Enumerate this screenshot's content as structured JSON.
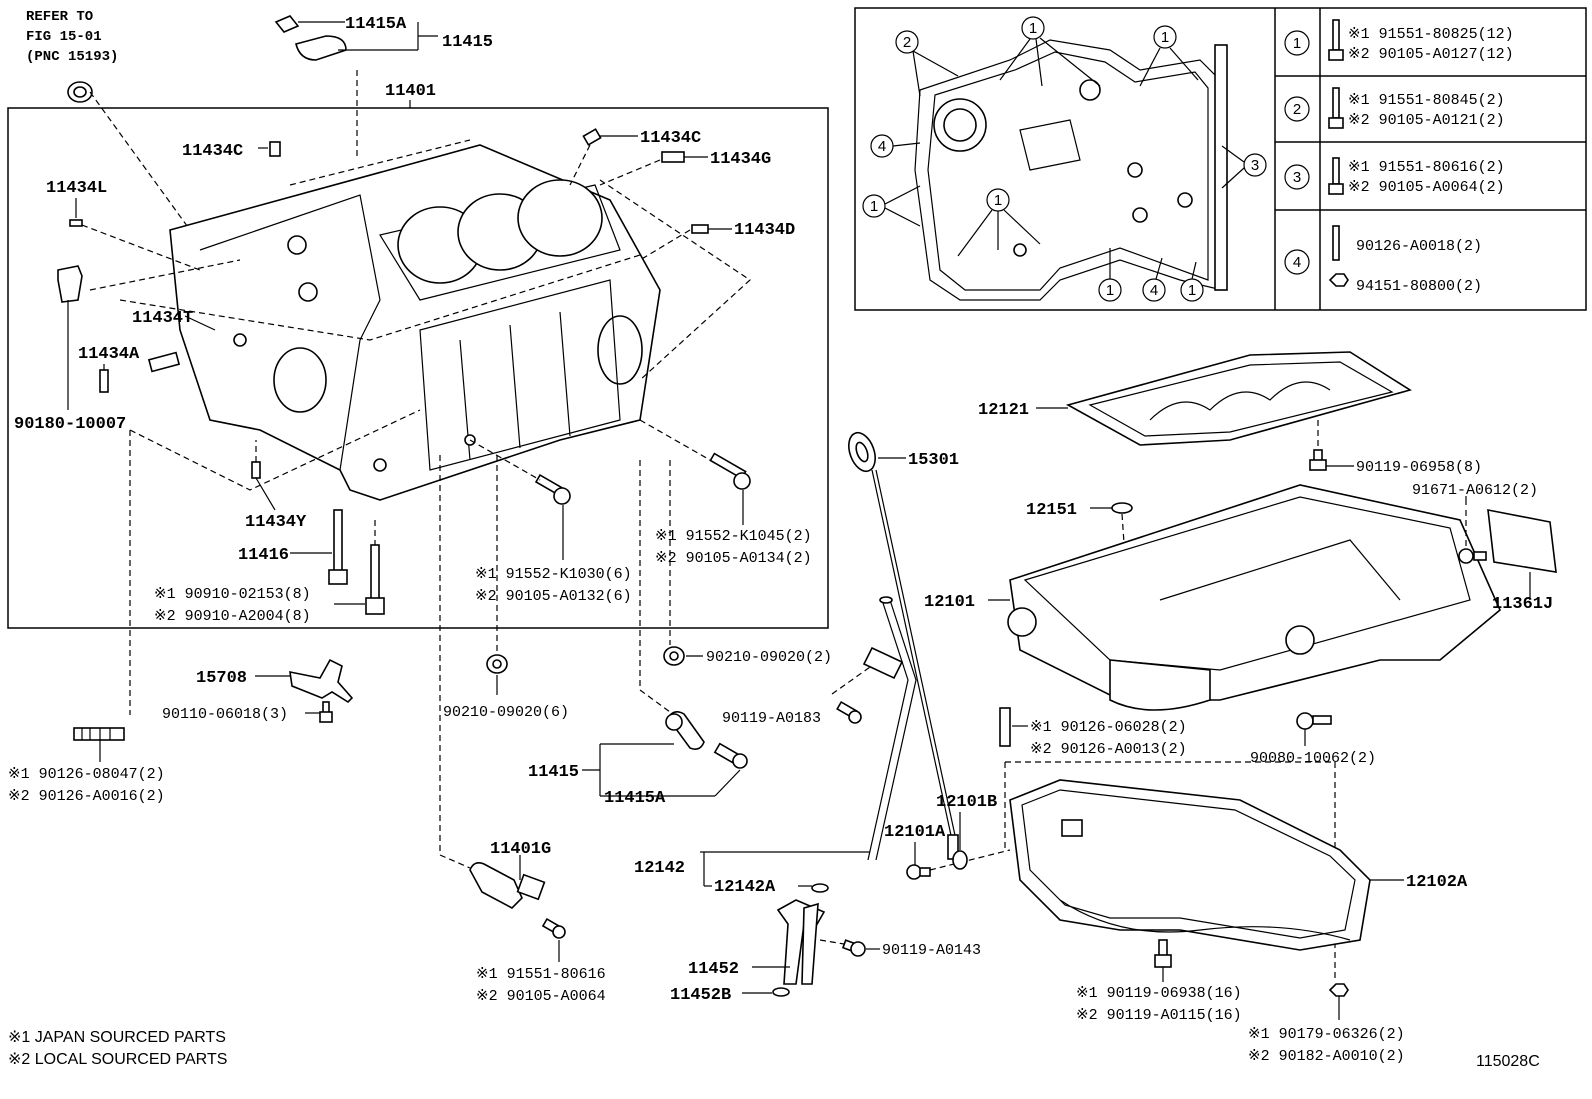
{
  "refer": [
    "REFER TO",
    "FIG 15-01",
    "(PNC 15193)"
  ],
  "figure_code": "115028C",
  "notes": [
    "※1 JAPAN SOURCED PARTS",
    "※2 LOCAL SOURCED PARTS"
  ],
  "labels": {
    "l11415A_top": "11415A",
    "l11415_top": "11415",
    "l11401": "11401",
    "l11434C_left": "11434C",
    "l11434C_right": "11434C",
    "l11434G": "11434G",
    "l11434L": "11434L",
    "l11434D": "11434D",
    "l11434T": "11434T",
    "l11434A": "11434A",
    "l90180": "90180-10007",
    "l11434Y": "11434Y",
    "l11416": "11416",
    "l90910_1": "※1 90910-02153(8)",
    "l90910_2": "※2 90910-A2004(8)",
    "l91552_1030_1": "※1 91552-K1030(6)",
    "l91552_1030_2": "※2 90105-A0132(6)",
    "l91552_1045_1": "※1 91552-K1045(2)",
    "l91552_1045_2": "※2 90105-A0134(2)",
    "l15708": "15708",
    "l90110": "90110-06018(3)",
    "l90126_08047_1": "※1 90126-08047(2)",
    "l90126_08047_2": "※2 90126-A0016(2)",
    "l90210_a": "90210-09020(6)",
    "l90210_b": "90210-09020(2)",
    "l90119_A0183": "90119-A0183",
    "l11415_bot": "11415",
    "l11415A_bot": "11415A",
    "l11401G": "11401G",
    "l91551_80616_1": "※1 91551-80616",
    "l91551_80616_2": "※2 90105-A0064",
    "l12142": "12142",
    "l12142A": "12142A",
    "l11452": "11452",
    "l11452B": "11452B",
    "l90119_A0143": "90119-A0143",
    "l15301": "15301",
    "l12121": "12121",
    "l90119_06958": "90119-06958(8)",
    "l91671": "91671-A0612(2)",
    "l12151": "12151",
    "l12101": "12101",
    "l11361J": "11361J",
    "l90126_06028_1": "※1 90126-06028(2)",
    "l90126_06028_2": "※2 90126-A0013(2)",
    "l90080": "90080-10062(2)",
    "l12101B": "12101B",
    "l12101A": "12101A",
    "l12102A": "12102A",
    "l90119_06938_1": "※1 90119-06938(16)",
    "l90119_06938_2": "※2 90119-A0115(16)",
    "l90179_1": "※1 90179-06326(2)",
    "l90179_2": "※2 90182-A0010(2)"
  },
  "legend": [
    {
      "num": "1",
      "line1": "※1 91551-80825(12)",
      "line2": "※2 90105-A0127(12)"
    },
    {
      "num": "2",
      "line1": "※1 91551-80845(2)",
      "line2": "※2 90105-A0121(2)"
    },
    {
      "num": "3",
      "line1": "※1 91551-80616(2)",
      "line2": "※2 90105-A0064(2)"
    },
    {
      "num": "4",
      "line1": "90126-A0018(2)",
      "line2": "94151-80800(2)"
    }
  ],
  "inset_callouts": [
    "2",
    "1",
    "1",
    "4",
    "1",
    "1",
    "3",
    "1",
    "4",
    "1"
  ]
}
